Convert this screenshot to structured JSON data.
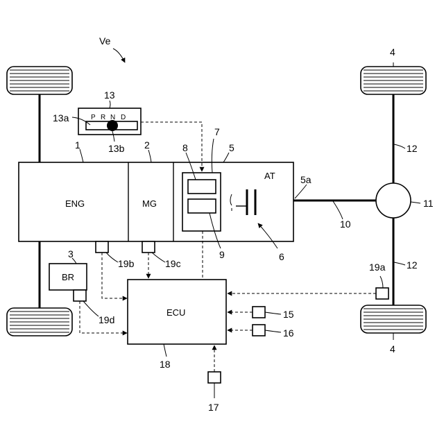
{
  "diagram": {
    "vehicle_label": "Ve",
    "blocks": {
      "engine": "ENG",
      "motor_generator": "MG",
      "automatic_transmission": "AT",
      "brake": "BR",
      "ecu": "ECU"
    },
    "shifter": {
      "positions": [
        "P",
        "R",
        "N",
        "D"
      ]
    },
    "reference_numerals": {
      "engine": "1",
      "motor_generator": "2",
      "brake": "3",
      "rear_wheel_top": "4",
      "rear_wheel_bottom": "4",
      "transmission": "5",
      "output_shaft": "5a",
      "gear_mechanism": "6",
      "hydraulic_unit": "7",
      "valve_upper": "8",
      "valve_lower": "9",
      "propeller_shaft": "10",
      "differential": "11",
      "axle_upper": "12",
      "axle_lower": "12",
      "shift_lever": "13",
      "shift_gate": "13a",
      "shift_knob": "13b",
      "sensor_15": "15",
      "sensor_16": "16",
      "sensor_17": "17",
      "ecu": "18",
      "wheel_speed_sensor": "19a",
      "engine_sensor": "19b",
      "mg_sensor": "19c",
      "brake_sensor": "19d"
    }
  }
}
